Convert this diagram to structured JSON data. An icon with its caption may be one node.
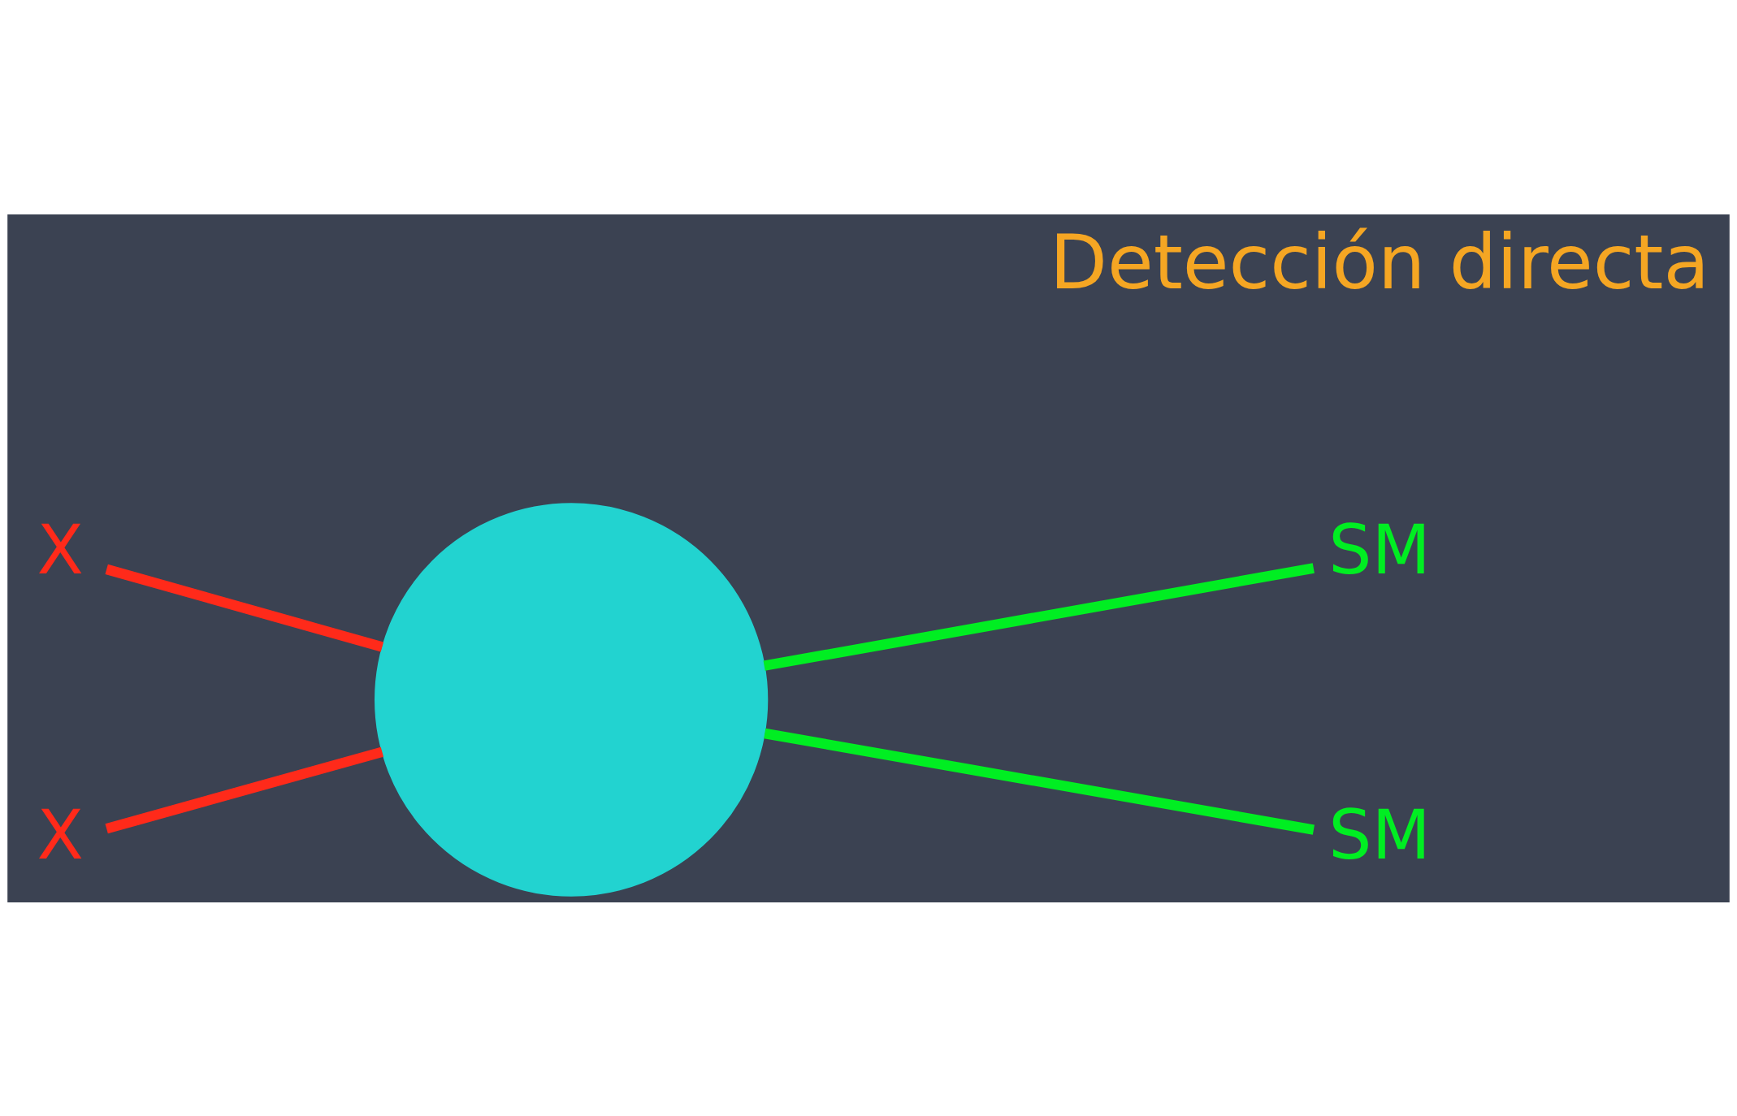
{
  "diagram": {
    "nodes": [
      {
        "text": [
          "X"
        ]
      },
      {
        "text": [
          "X"
        ]
      },
      {
        "text": [],
        "shape": "circle"
      },
      {
        "text": [
          "SM"
        ]
      },
      {
        "text": [
          "SM"
        ]
      }
    ],
    "edges": [
      {
        "from": 0,
        "to": 2,
        "arrow": "none",
        "color": "#ff2a1a"
      },
      {
        "from": 1,
        "to": 2,
        "arrow": "none",
        "color": "#ff2a1a"
      },
      {
        "from": 2,
        "to": 3,
        "arrow": "none",
        "color": "#00ee22"
      },
      {
        "from": 2,
        "to": 4,
        "arrow": "none",
        "color": "#00ee22"
      }
    ],
    "labels": [
      "Detección directa"
    ]
  }
}
